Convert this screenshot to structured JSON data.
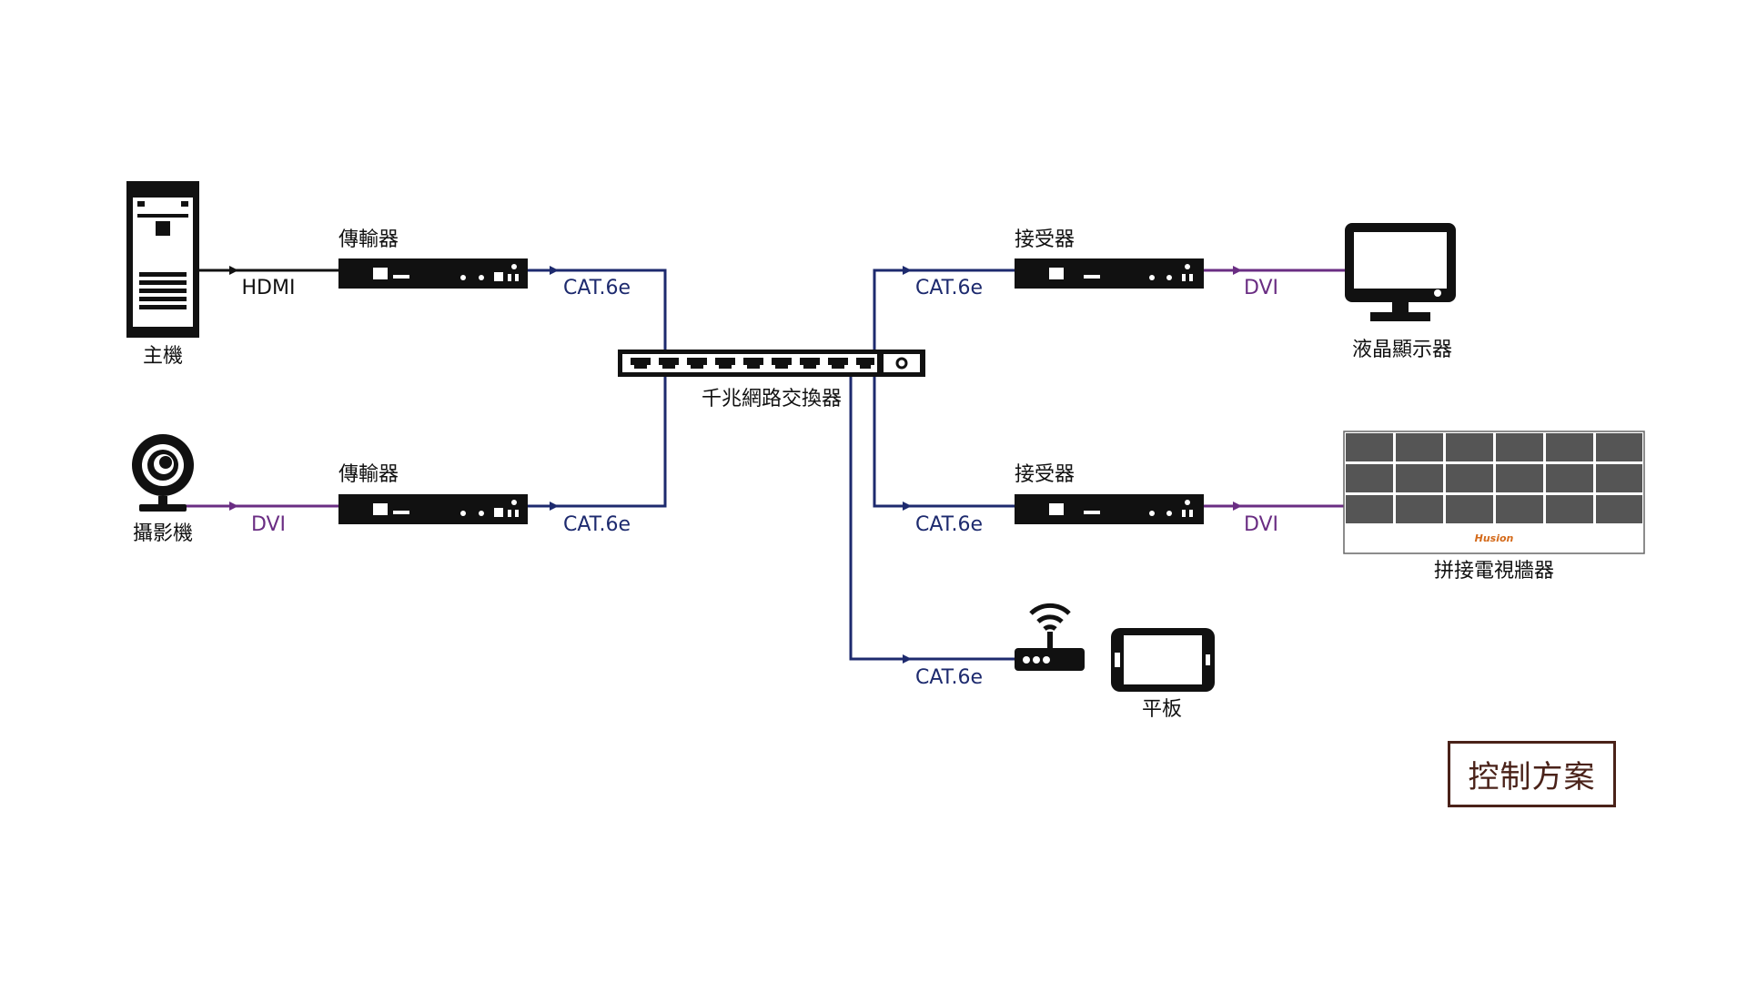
{
  "colors": {
    "line_blue": "#1d2a6e",
    "line_purple": "#6a2d83",
    "line_black": "#111111",
    "box_border": "#4a2219",
    "videowall_panel": "#555555"
  },
  "devices": {
    "host": {
      "label": "主機",
      "icon": "server-tower-icon"
    },
    "camera": {
      "label": "攝影機",
      "icon": "webcam-icon"
    },
    "transmitter_1": {
      "label": "傳輸器",
      "icon": "extender-box-icon"
    },
    "transmitter_2": {
      "label": "傳輸器",
      "icon": "extender-box-icon"
    },
    "switch": {
      "label": "千兆網路交換器",
      "icon": "network-switch-icon"
    },
    "receiver_1": {
      "label": "接受器",
      "icon": "extender-box-icon"
    },
    "receiver_2": {
      "label": "接受器",
      "icon": "extender-box-icon"
    },
    "lcd_monitor": {
      "label": "液晶顯示器",
      "icon": "monitor-icon"
    },
    "video_wall": {
      "label": "拼接電視牆器",
      "brand": "Husion",
      "icon": "video-wall-icon"
    },
    "wifi_router": {
      "icon": "wifi-router-icon"
    },
    "tablet": {
      "label": "平板",
      "icon": "tablet-icon"
    }
  },
  "connections": {
    "host_to_tx1": "HDMI",
    "camera_to_tx2": "DVI",
    "tx1_to_switch": "CAT.6e",
    "tx2_to_switch": "CAT.6e",
    "switch_to_rx1": "CAT.6e",
    "switch_to_rx2": "CAT.6e",
    "switch_to_router": "CAT.6e",
    "rx1_to_monitor": "DVI",
    "rx2_to_videowall": "DVI"
  },
  "scheme_title": "控制方案"
}
